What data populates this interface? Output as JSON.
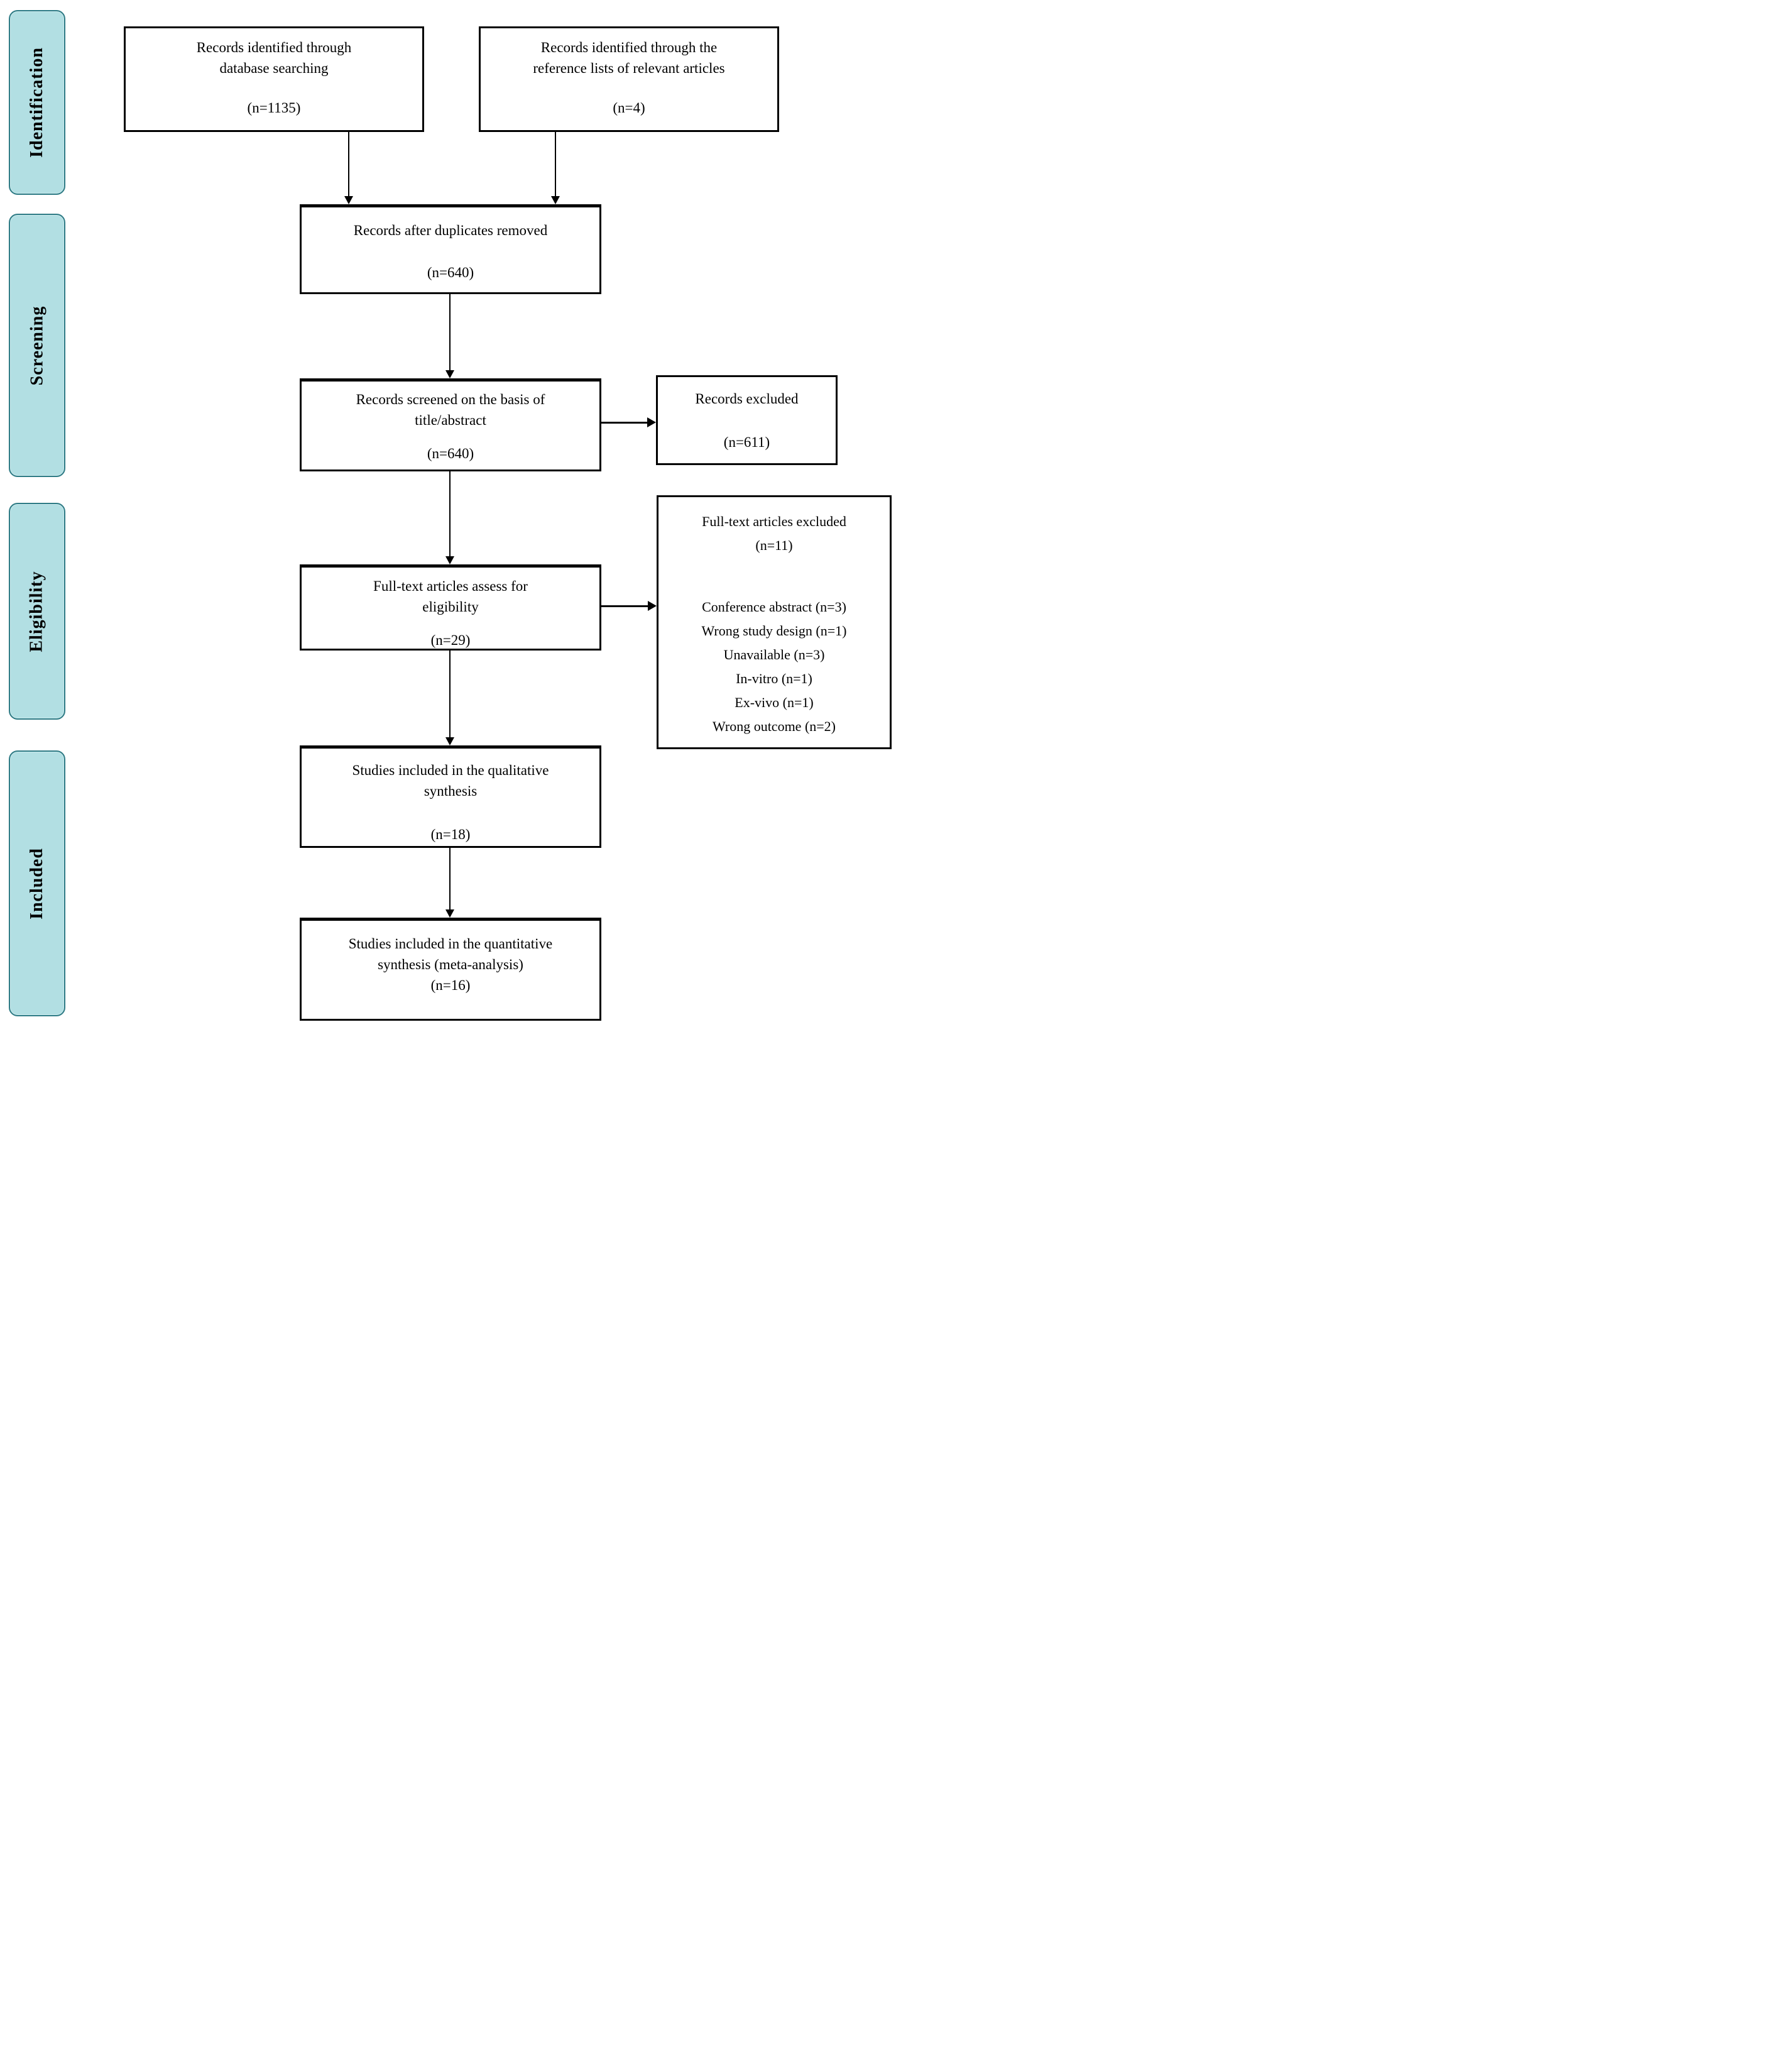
{
  "diagram_type": "PRISMA flow diagram",
  "sidebar": {
    "stages": [
      {
        "label": "Identification"
      },
      {
        "label": "Screening"
      },
      {
        "label": "Eligibility"
      },
      {
        "label": "Included"
      }
    ]
  },
  "boxes": {
    "identified_database": {
      "line1": "Records identified through",
      "line2": "database searching",
      "count": "(n=1135)"
    },
    "identified_references": {
      "line1": "Records identified through the",
      "line2": "reference lists of relevant articles",
      "count": "(n=4)"
    },
    "after_duplicates": {
      "line1": "Records after duplicates removed",
      "count": "(n=640)"
    },
    "screened": {
      "line1": "Records screened on the basis of",
      "line2": "title/abstract",
      "count": "(n=640)"
    },
    "records_excluded": {
      "line1": "Records excluded",
      "count": "(n=611)"
    },
    "fulltext_assessed": {
      "line1": "Full-text articles assess for",
      "line2": "eligibility",
      "count": "(n=29)"
    },
    "fulltext_excluded": {
      "title": "Full-text articles excluded",
      "count": "(n=11)",
      "reasons": [
        "Conference abstract (n=3)",
        "Wrong study design (n=1)",
        "Unavailable (n=3)",
        "In-vitro (n=1)",
        "Ex-vivo (n=1)",
        "Wrong outcome (n=2)"
      ]
    },
    "qualitative": {
      "line1": "Studies included in the qualitative",
      "line2": "synthesis",
      "count": "(n=18)"
    },
    "quantitative": {
      "line1": "Studies included in the quantitative",
      "line2": "synthesis (meta-analysis)",
      "count": "(n=16)"
    }
  },
  "colors": {
    "stage_fill": "#b2dfe3",
    "stage_border": "#2e7b85",
    "box_fill": "#ffffff",
    "box_border": "#000000",
    "arrow": "#000000",
    "background": "#ffffff"
  }
}
